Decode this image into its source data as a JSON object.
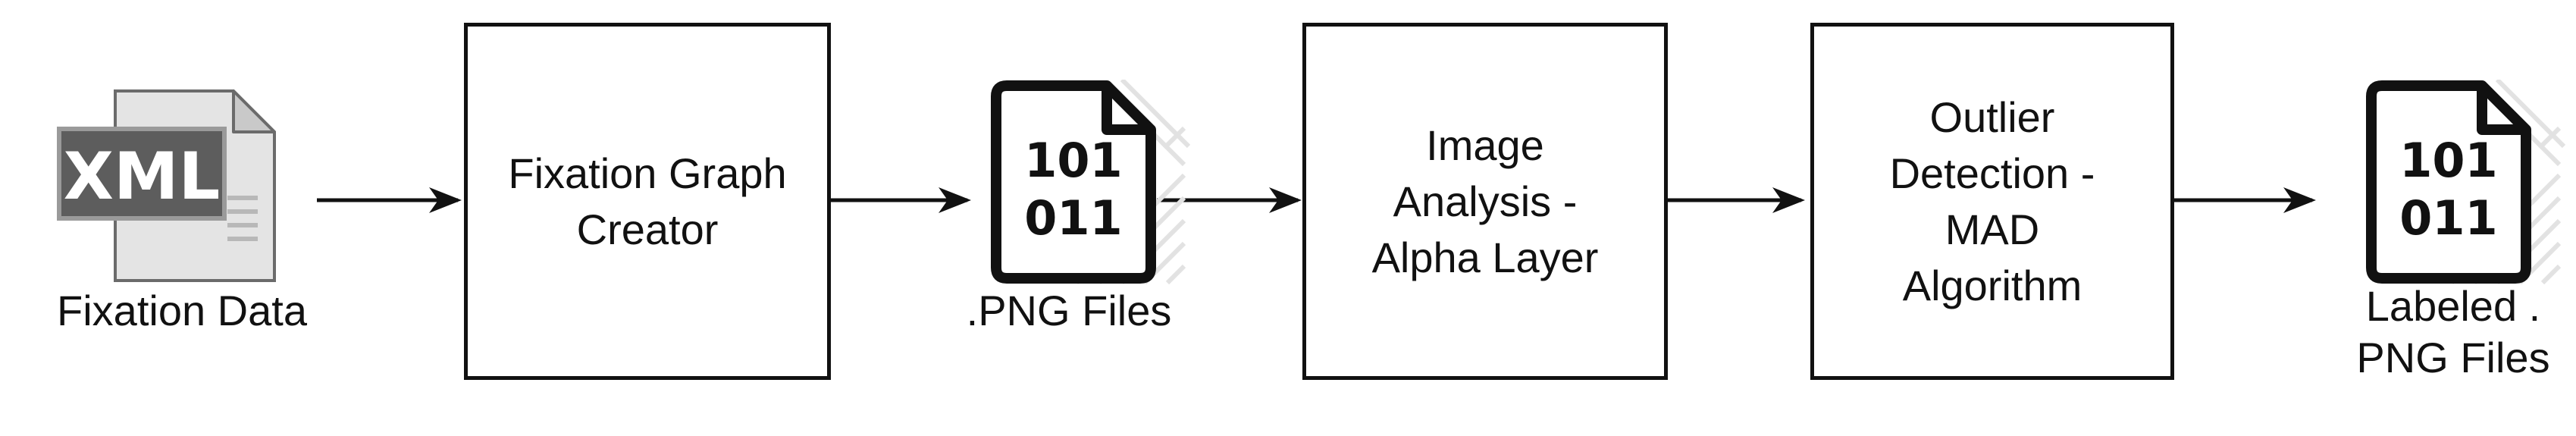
{
  "diagram": {
    "nodes": [
      {
        "id": "fixation-data",
        "kind": "xml-file-icon",
        "icon_label": "XML",
        "caption": "Fixation Data"
      },
      {
        "id": "fixation-graph-creator",
        "kind": "process-box",
        "label": "Fixation Graph\nCreator"
      },
      {
        "id": "png-files",
        "kind": "binary-file-icon",
        "icon_lines": [
          "101",
          "011"
        ],
        "caption": ".PNG Files"
      },
      {
        "id": "image-analysis",
        "kind": "process-box",
        "label": "Image\nAnalysis -\nAlpha Layer"
      },
      {
        "id": "outlier-detection",
        "kind": "process-box",
        "label": "Outlier\nDetection -\nMAD\nAlgorithm"
      },
      {
        "id": "labeled-png-files",
        "kind": "binary-file-icon",
        "icon_lines": [
          "101",
          "011"
        ],
        "caption": "Labeled .\nPNG Files"
      }
    ],
    "edges": [
      {
        "from": "fixation-data",
        "to": "fixation-graph-creator"
      },
      {
        "from": "fixation-graph-creator",
        "to": "png-files"
      },
      {
        "from": "png-files",
        "to": "image-analysis"
      },
      {
        "from": "image-analysis",
        "to": "outlier-detection"
      },
      {
        "from": "outlier-detection",
        "to": "labeled-png-files"
      }
    ]
  }
}
